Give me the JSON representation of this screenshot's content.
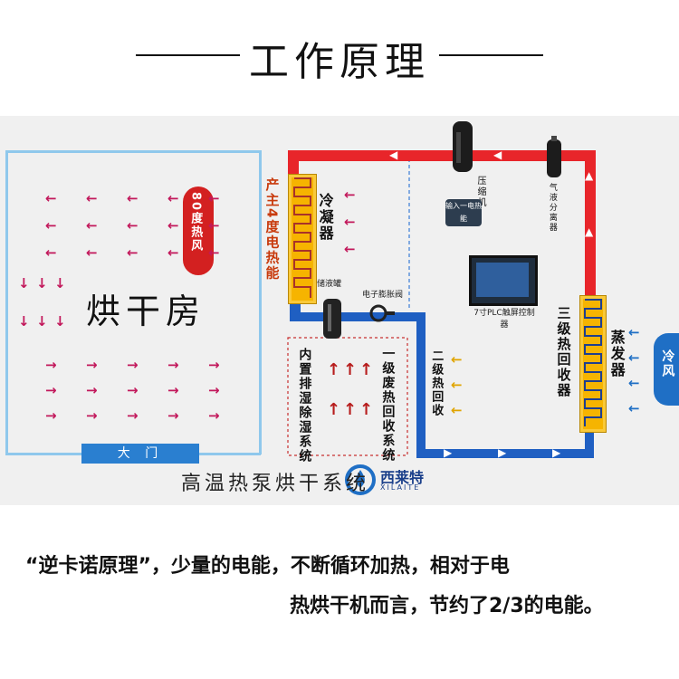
{
  "title": "工作原理",
  "diagram": {
    "room_label": "烘干房",
    "door_label": "大 门",
    "hot_air_badge": "80度热风",
    "aux_heater_label": "产主4度电热能",
    "condenser_label": "冷凝器",
    "liquid_tank_label": "储液罐",
    "expansion_valve_label": "电子膨胀阀",
    "compressor_label": "压缩机",
    "compressor_sub_label": "输入一电热能",
    "separator_label": "气液分离器",
    "panel_label": "7寸PLC触屏控制器",
    "recovery1_label": "一级废热回收系统",
    "dehumid_label": "内置排湿除湿系统",
    "recovery2_label": "二级热回收",
    "recovery3_label": "三级热回收器",
    "evaporator_label": "蒸发器",
    "cold_air_badge": "冷风",
    "brand_name": "西莱特",
    "brand_en": "XILAITE",
    "system_name": "高温热泵烘干系统"
  },
  "caption": {
    "line1": "“逆卡诺原理”，少量的电能，不断循环加热，相对于电",
    "line2": "热烘干机而言，节约了2/3的电能。"
  },
  "colors": {
    "hot_pipe": "#e8252a",
    "cold_pipe": "#1f5fc2",
    "coil": "#f6b400",
    "hot_air_arrows": "#c2185b",
    "room_border": "#8fc8ec",
    "badge_red": "#d32020",
    "badge_blue": "#1f6fc5"
  }
}
